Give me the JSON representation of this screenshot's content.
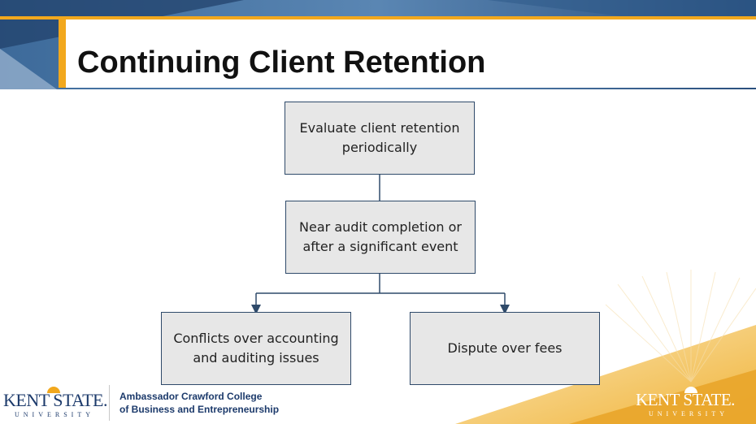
{
  "slide": {
    "title": "Continuing Client Retention"
  },
  "diagram": {
    "top": {
      "line1": "Evaluate client retention",
      "line2": "periodically"
    },
    "middle": {
      "line1": "Near audit completion or",
      "line2": "after a significant event"
    },
    "left": {
      "line1": "Conflicts over accounting",
      "line2": "and auditing issues"
    },
    "right": {
      "line1": "Dispute over fees"
    }
  },
  "footer": {
    "logo_left": {
      "wordmark": "KENT STATE.",
      "subtitle": "UNIVERSITY"
    },
    "college": {
      "line1": "Ambassador Crawford College",
      "line2": "of Business and Entrepreneurship"
    },
    "logo_right": {
      "wordmark": "KENT STATE.",
      "subtitle": "UNIVERSITY"
    }
  },
  "colors": {
    "navy": "#1c3a6b",
    "accent_gold": "#f2a81d",
    "box_fill": "#e7e7e7",
    "box_border": "#2f4a6a"
  }
}
